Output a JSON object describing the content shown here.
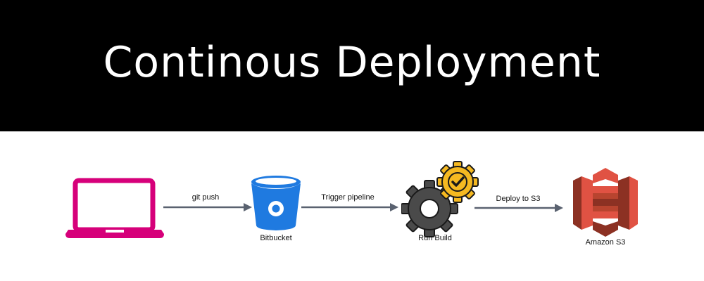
{
  "header": {
    "title": "Continous Deployment"
  },
  "nodes": {
    "laptop": {
      "label": ""
    },
    "bitbucket": {
      "label": "Bitbucket"
    },
    "build": {
      "label": "Run Build"
    },
    "s3": {
      "label": "Amazon S3"
    }
  },
  "edges": [
    {
      "label": "git push"
    },
    {
      "label": "Trigger pipeline"
    },
    {
      "label": "Deploy to S3"
    }
  ],
  "colors": {
    "banner_bg": "#000000",
    "laptop": "#d6007a",
    "bitbucket": "#1f7ae0",
    "gear_dark": "#4a4a4a",
    "gear_yellow": "#f5b921",
    "s3_red": "#e05243",
    "s3_dark": "#8c3123",
    "arrow": "#5a6270"
  },
  "icons": [
    "laptop-icon",
    "bitbucket-icon",
    "gears-icon",
    "amazon-s3-icon"
  ]
}
